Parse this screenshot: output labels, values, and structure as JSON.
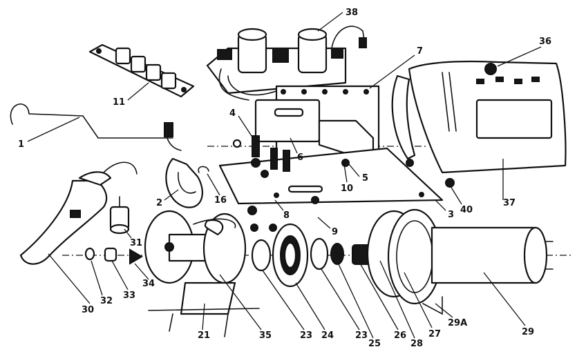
{
  "callouts": [
    {
      "id": "c38",
      "text": "38"
    },
    {
      "id": "c36",
      "text": "36"
    },
    {
      "id": "c7",
      "text": "7"
    },
    {
      "id": "c11",
      "text": "11"
    },
    {
      "id": "c1",
      "text": "1"
    },
    {
      "id": "c4",
      "text": "4"
    },
    {
      "id": "c6",
      "text": "6"
    },
    {
      "id": "c10",
      "text": "10"
    },
    {
      "id": "c5",
      "text": "5"
    },
    {
      "id": "c37",
      "text": "37"
    },
    {
      "id": "c2",
      "text": "2"
    },
    {
      "id": "c16",
      "text": "16"
    },
    {
      "id": "c8",
      "text": "8"
    },
    {
      "id": "c3",
      "text": "3"
    },
    {
      "id": "c40",
      "text": "40"
    },
    {
      "id": "c9",
      "text": "9"
    },
    {
      "id": "c31",
      "text": "31"
    },
    {
      "id": "c30",
      "text": "30"
    },
    {
      "id": "c32",
      "text": "32"
    },
    {
      "id": "c33",
      "text": "33"
    },
    {
      "id": "c34",
      "text": "34"
    },
    {
      "id": "c21",
      "text": "21"
    },
    {
      "id": "c35",
      "text": "35"
    },
    {
      "id": "c23a",
      "text": "23"
    },
    {
      "id": "c24",
      "text": "24"
    },
    {
      "id": "c23b",
      "text": "23"
    },
    {
      "id": "c25",
      "text": "25"
    },
    {
      "id": "c26",
      "text": "26"
    },
    {
      "id": "c28",
      "text": "28"
    },
    {
      "id": "c27",
      "text": "27"
    },
    {
      "id": "c29a",
      "text": "29A"
    },
    {
      "id": "c29",
      "text": "29"
    }
  ]
}
